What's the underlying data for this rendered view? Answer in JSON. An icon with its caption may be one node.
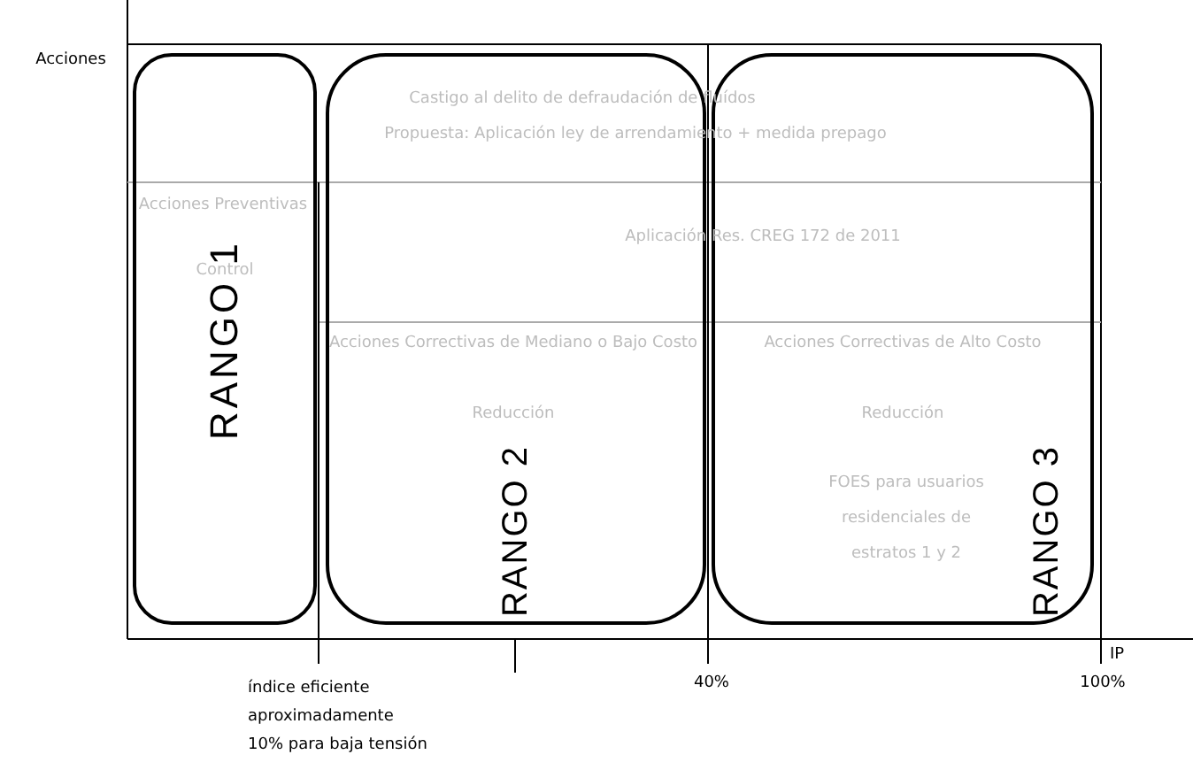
{
  "diagram": {
    "nodes": [
      {
        "text": [
          "RANGO 1"
        ]
      },
      {
        "text": [
          "RANGO 2"
        ]
      },
      {
        "text": [
          "RANGO 3"
        ]
      }
    ],
    "labels": [
      "Acciones",
      "Castigo al delito de defraudación de fluídos",
      "Propuesta: Aplicación ley de arrendamiento + medida prepago",
      "Acciones Preventivas",
      "Aplicación Res. CREG 172 de 2011",
      "Control",
      "Acciones Correctivas de Mediano o Bajo Costo",
      "Acciones Correctivas de Alto Costo",
      "Reducción",
      "Reducción",
      "FOES para usuarios residenciales de estratos 1 y 2",
      "índice eficiente aproximadamente 10% para baja tensión",
      "40%",
      "IP",
      "100%"
    ]
  }
}
